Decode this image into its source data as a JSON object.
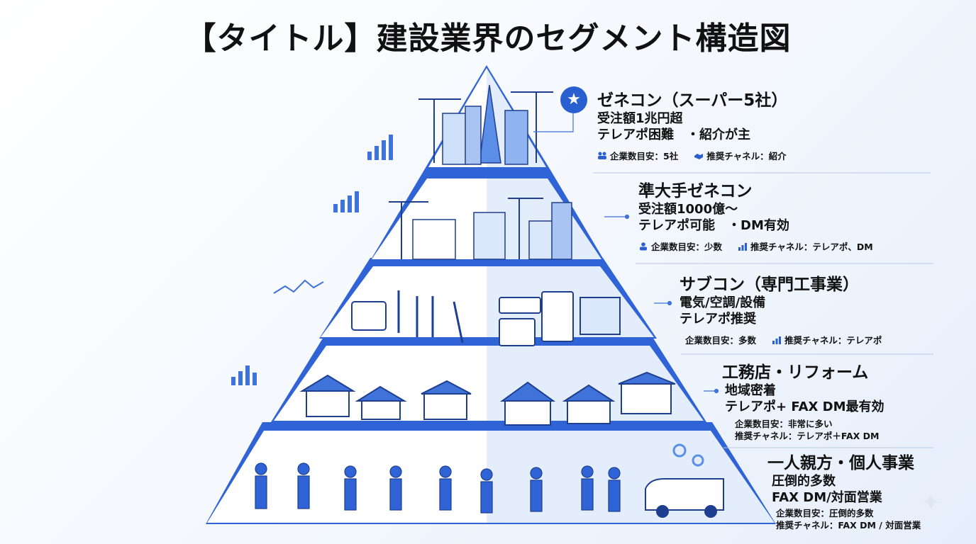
{
  "title": "【タイトル】建設業界のセグメント構造図",
  "tiers": [
    {
      "name": "ゼネコン（スーパー5社）",
      "lines": [
        "受注額1兆円超",
        "テレアポ困難　・紹介が主"
      ],
      "meta": [
        "企業数目安：5社",
        "推奨チャネル：紹介"
      ],
      "icons": [
        "people-icon",
        "handshake-icon"
      ]
    },
    {
      "name": "準大手ゼネコン",
      "lines": [
        "受注額1000億〜",
        "テレアポ可能　・DM有効"
      ],
      "meta": [
        "企業数目安：少数",
        "推奨チャネル：テレアポ、DM"
      ],
      "icons": [
        "person-icon",
        "bar-chart-icon"
      ]
    },
    {
      "name": "サブコン（専門工事業）",
      "lines": [
        "電気/空調/設備",
        "テレアポ推奨"
      ],
      "meta": [
        "企業数目安：多数",
        "推奨チャネル：テレアポ"
      ],
      "icons": [
        "bar-chart-icon"
      ]
    },
    {
      "name": "工務店・リフォーム",
      "lines": [
        "地域密着",
        "テレアポ+ FAX DM最有効"
      ],
      "meta": [
        "企業数目安：非常に多い",
        "推奨チャネル：テレアポ＋FAX DM"
      ]
    },
    {
      "name": "一人親方・個人事業",
      "lines": [
        "圧倒的多数",
        "FAX DM/対面営業"
      ],
      "meta": [
        "企業数目安：圧倒的多数",
        "推奨チャネル：FAX DM / 対面営業"
      ]
    }
  ],
  "colors": {
    "accent": "#2a5fd0",
    "band": "#2f63d6",
    "outline": "#1e3f8f",
    "face_left": "#ffffff",
    "face_right": "#e4edfb"
  },
  "decor_icons": [
    "star-icon",
    "crane-icon",
    "skyscraper-icon",
    "toolbox-icon",
    "wrench-icon",
    "house-icon",
    "worker-icon",
    "van-icon",
    "gear-icon",
    "chart-icon"
  ]
}
